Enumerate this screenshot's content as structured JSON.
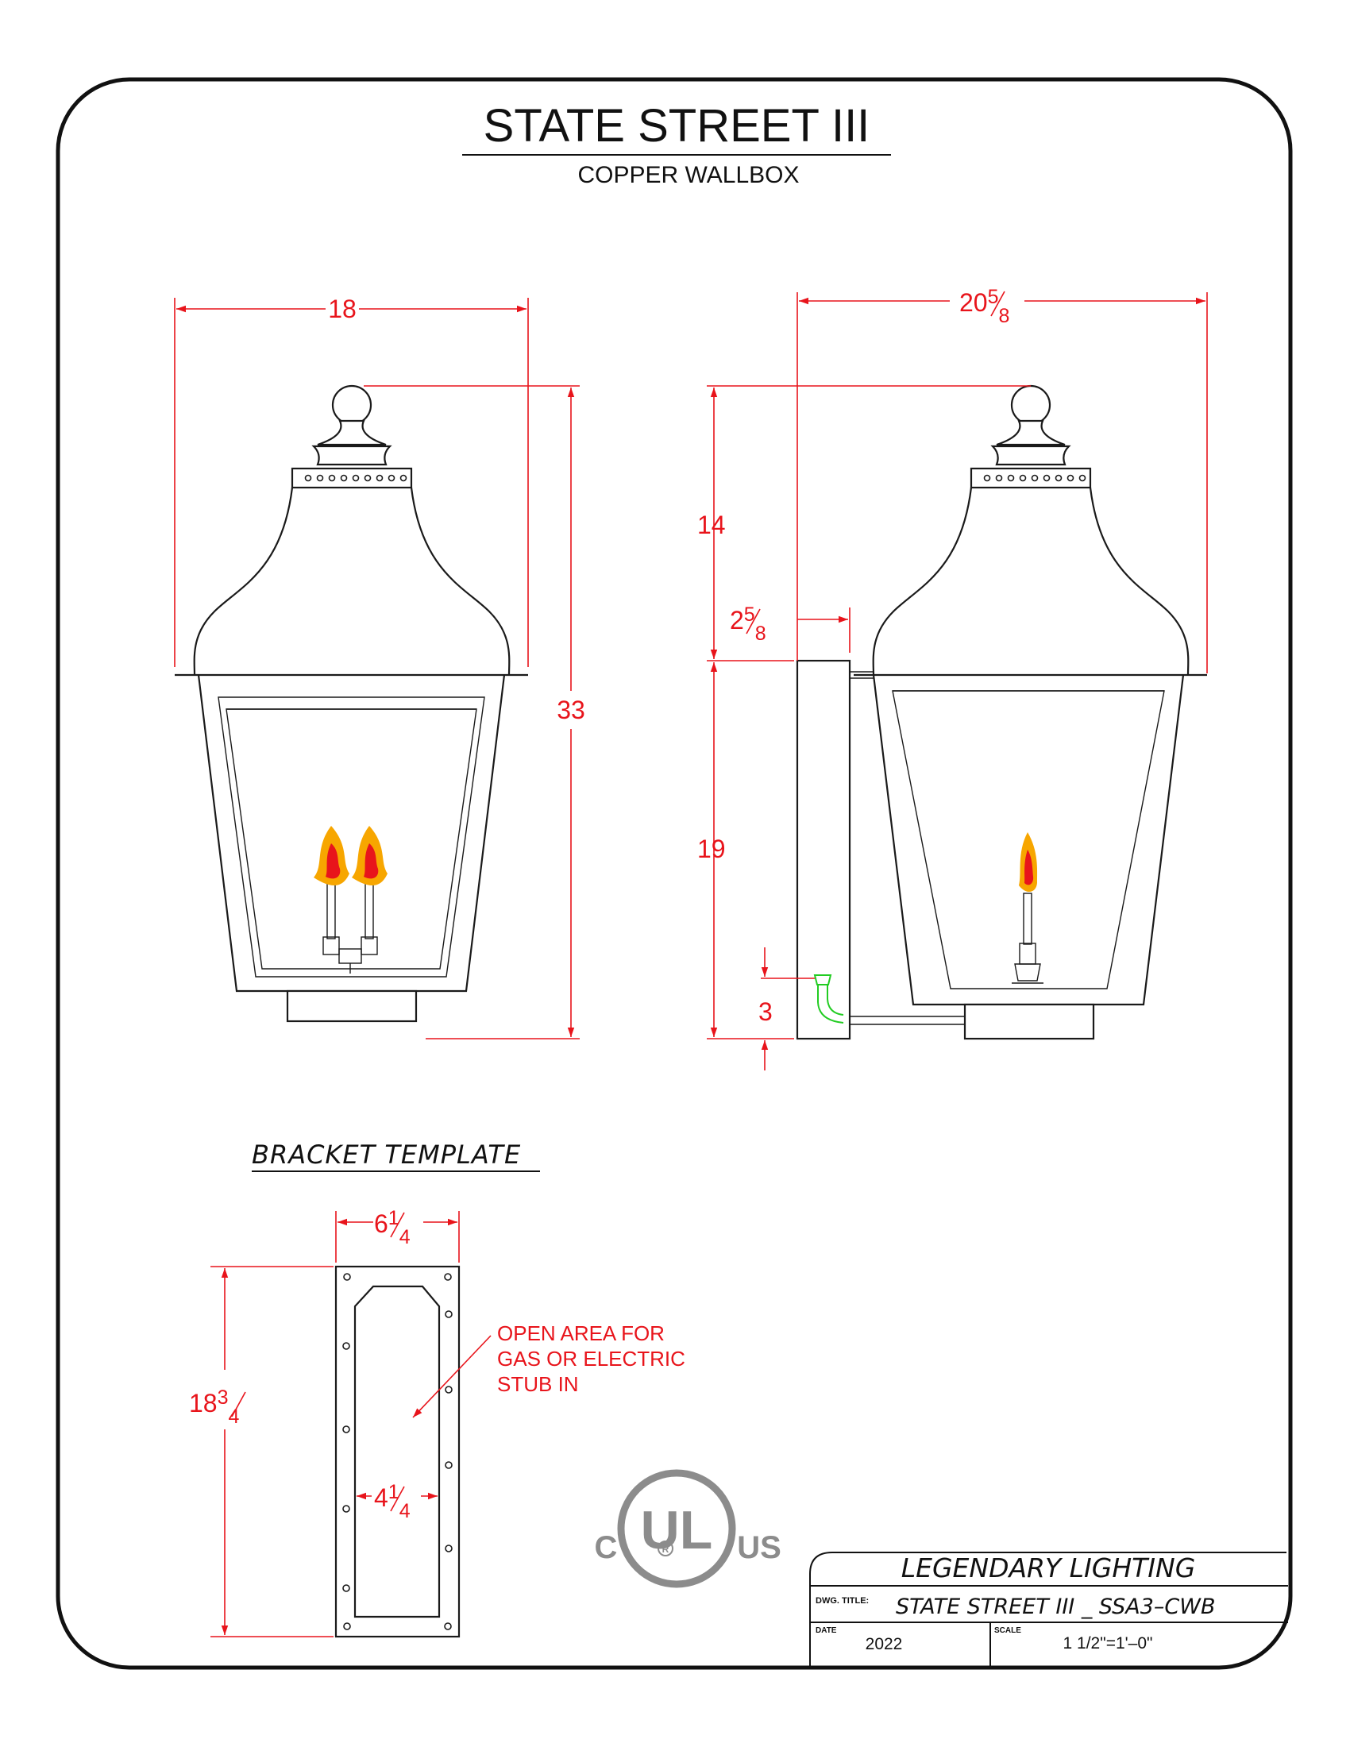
{
  "title": "STATE STREET  III",
  "subtitle": "COPPER WALLBOX",
  "dimensions": {
    "front_width": "18",
    "front_height": "33",
    "side_depth_whole": "20",
    "side_depth_num": "5",
    "side_depth_den": "8",
    "top_section": "14",
    "bottom_section": "19",
    "arm_offset_whole": "2",
    "arm_offset_num": "5",
    "arm_offset_den": "8",
    "stub_height": "3",
    "template_width_whole": "6",
    "template_width_num": "1",
    "template_width_den": "4",
    "template_height_whole": "18",
    "template_height_num": "3",
    "template_height_den": "4",
    "opening_width_whole": "4",
    "opening_width_num": "1",
    "opening_width_den": "4"
  },
  "bracket": {
    "heading": "BRACKET  TEMPLATE",
    "note_line1": "OPEN AREA FOR",
    "note_line2": "GAS OR ELECTRIC",
    "note_line3": "STUB IN"
  },
  "ul_mark": {
    "left": "C",
    "center": "UL",
    "registered": "R",
    "right": "US"
  },
  "title_block": {
    "company": "LEGENDARY  LIGHTING",
    "dwg_title_label": "DWG. TITLE:",
    "dwg_title": "STATE  STREET  III  _  SSA3–CWB",
    "date_label": "DATE",
    "date": "2022",
    "scale_label": "SCALE",
    "scale": "1  1/2\"=1'–0\""
  },
  "colors": {
    "dimension": "#e8141b",
    "outline": "#1a1a1a",
    "flame_outer": "#f7a600",
    "flame_inner": "#e8141b",
    "gas_fitting": "#22cc22",
    "ul_gray": "#8c8c8c"
  }
}
